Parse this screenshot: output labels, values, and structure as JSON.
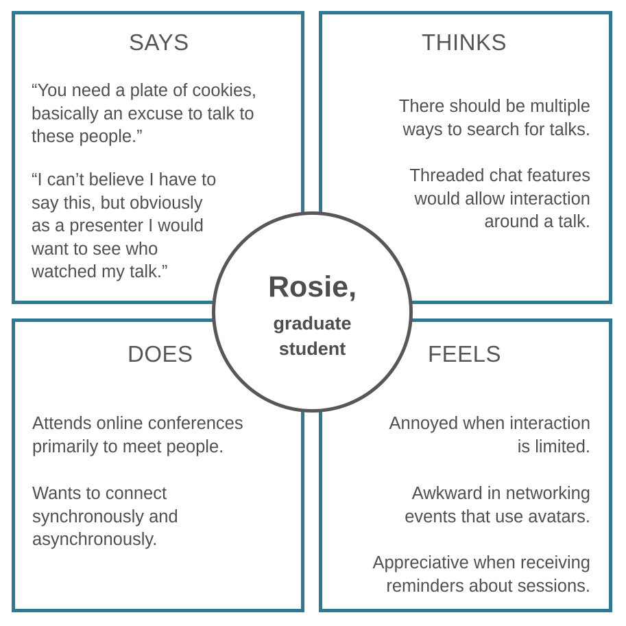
{
  "says": {
    "title": "SAYS",
    "paragraphs": [
      [
        "“You need a plate of cookies,",
        "basically an excuse to talk to",
        "these people.”"
      ],
      [
        "“I can’t believe I have to",
        "say this, but obviously",
        "as a presenter I would",
        "want to see who",
        "watched my talk.”"
      ]
    ]
  },
  "thinks": {
    "title": "THINKS",
    "paragraphs": [
      [
        "There should be multiple",
        "ways to search for talks."
      ],
      [
        "Threaded chat features",
        "would allow interaction",
        "around a talk."
      ]
    ]
  },
  "does": {
    "title": "DOES",
    "paragraphs": [
      [
        "Attends online conferences",
        "primarily to meet people."
      ],
      [
        "Wants to connect",
        "synchronously and",
        "asynchronously."
      ]
    ]
  },
  "feels": {
    "title": "FEELS",
    "paragraphs": [
      [
        "Annoyed when interaction",
        "is limited."
      ],
      [
        "Awkward in networking",
        "events that use avatars."
      ],
      [
        "Appreciative when receiving",
        "reminders about sessions."
      ]
    ]
  },
  "persona": {
    "name": "Rosie,",
    "role_lines": [
      "graduate",
      "student"
    ]
  },
  "colors": {
    "border": "#2e7a94",
    "circle_border": "#575757",
    "text": "#505050"
  }
}
